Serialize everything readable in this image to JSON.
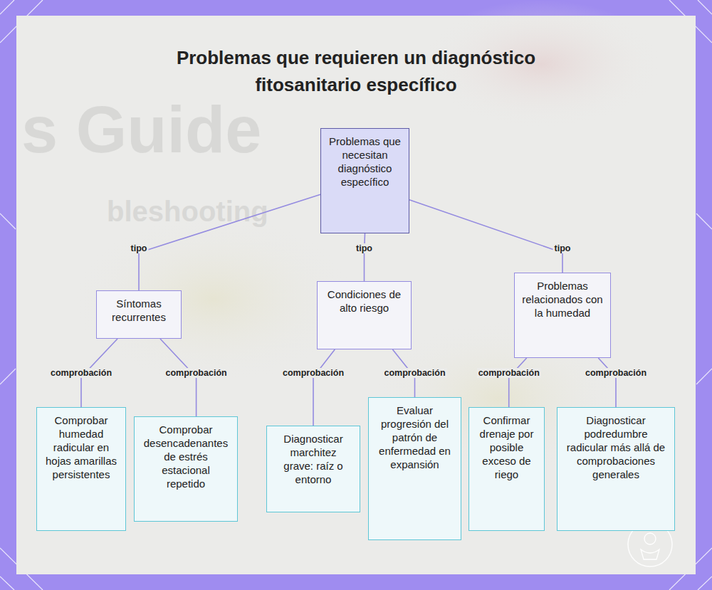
{
  "diagram": {
    "title": "Problemas que requieren un diagnóstico fitosanitario específico",
    "nodes": [
      {
        "text": [
          "Problemas que necesitan diagnóstico específico"
        ]
      },
      {
        "text": [
          "Síntomas recurrentes"
        ]
      },
      {
        "text": [
          "Condiciones de alto riesgo"
        ]
      },
      {
        "text": [
          "Problemas relacionados con la humedad"
        ]
      },
      {
        "text": [
          "Comprobar humedad radicular en hojas amarillas persistentes"
        ]
      },
      {
        "text": [
          "Comprobar desencadenantes de estrés estacional repetido"
        ]
      },
      {
        "text": [
          "Diagnosticar marchitez grave: raíz o entorno"
        ]
      },
      {
        "text": [
          "Evaluar progresión del patrón de enfermedad en expansión"
        ]
      },
      {
        "text": [
          "Confirmar drenaje por posible exceso de riego"
        ]
      },
      {
        "text": [
          "Diagnosticar podredumbre radicular más allá de comprobaciones generales"
        ]
      }
    ],
    "edges": [
      {
        "from": 0,
        "to": 1,
        "arrow": "none",
        "label": "tipo"
      },
      {
        "from": 0,
        "to": 2,
        "arrow": "none",
        "label": "tipo"
      },
      {
        "from": 0,
        "to": 3,
        "arrow": "none",
        "label": "tipo"
      },
      {
        "from": 1,
        "to": 4,
        "arrow": "none",
        "label": "comprobación"
      },
      {
        "from": 1,
        "to": 5,
        "arrow": "none",
        "label": "comprobación"
      },
      {
        "from": 2,
        "to": 6,
        "arrow": "none",
        "label": "comprobación"
      },
      {
        "from": 2,
        "to": 7,
        "arrow": "none",
        "label": "comprobación"
      },
      {
        "from": 3,
        "to": 8,
        "arrow": "none",
        "label": "comprobación"
      },
      {
        "from": 3,
        "to": 9,
        "arrow": "none",
        "label": "comprobación"
      }
    ],
    "labels": [
      "s Guide",
      "bleshooting"
    ]
  }
}
